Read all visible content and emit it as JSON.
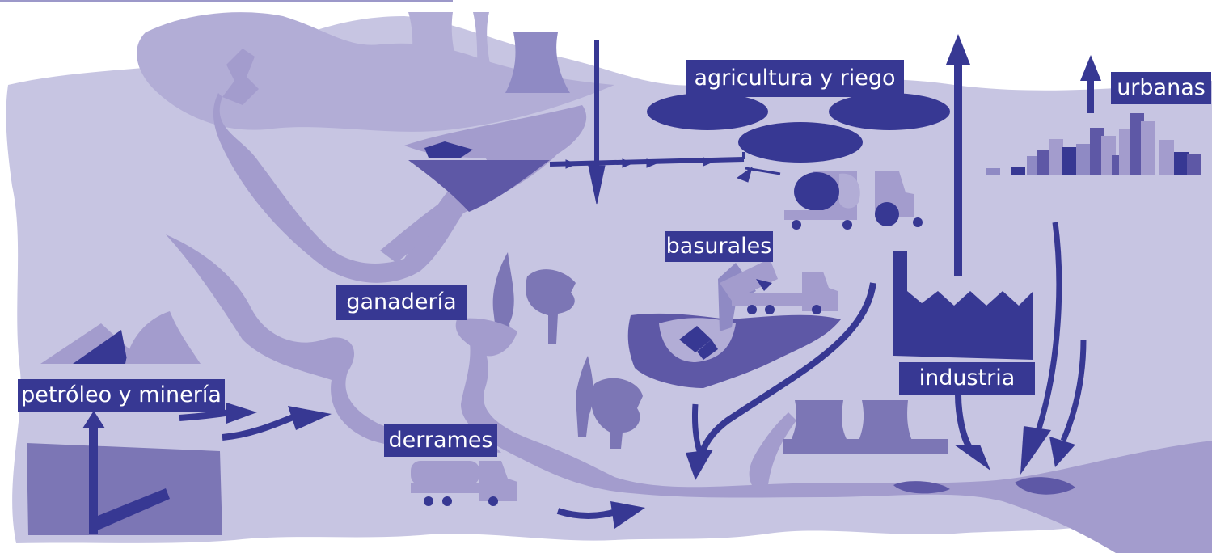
{
  "colors": {
    "land": "#c7c5e2",
    "hills": "#b2add6",
    "river": "#a39ccd",
    "medium": "#7c76b5",
    "deep": "#5e58a6",
    "dark": "#373893",
    "label_bg": "#373893",
    "label_text": "#ffffff"
  },
  "labels": {
    "agricultura": "agricultura y riego",
    "urbanas": "urbanas",
    "basurales": "basurales",
    "ganaderia": "ganadería",
    "industria": "industria",
    "petroleo": "petróleo y minería",
    "derrames": "derrames"
  }
}
